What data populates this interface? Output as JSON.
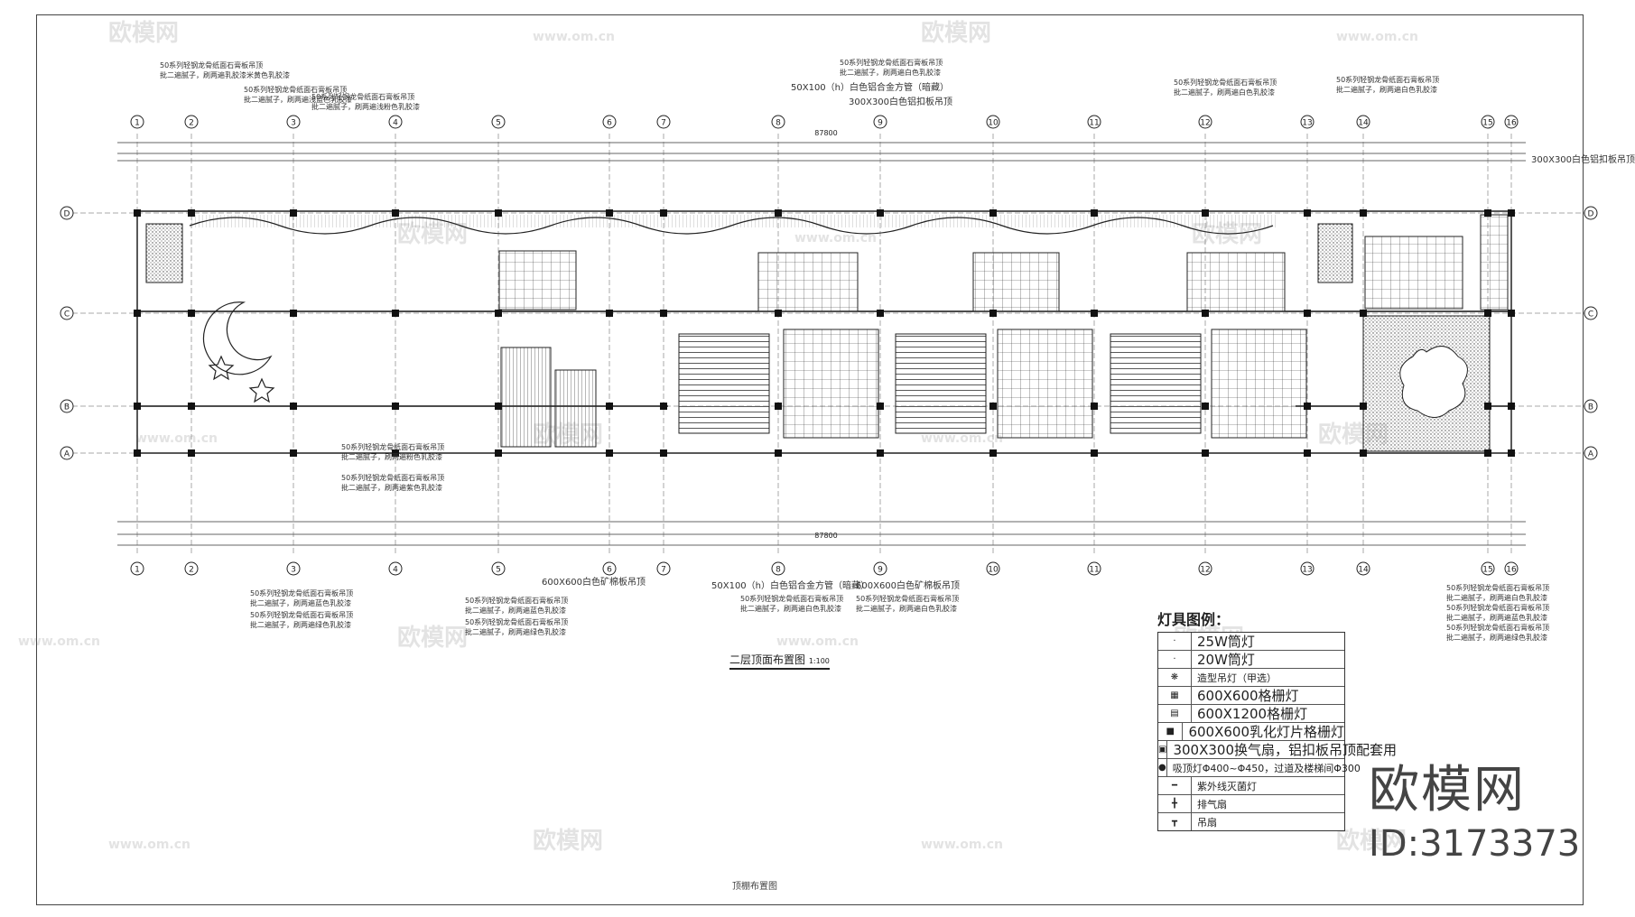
{
  "drawing": {
    "title": "二层顶面布置图",
    "scale": "1:100",
    "sheet_label": "顶棚布置图",
    "axis_numbers": [
      "1",
      "2",
      "3",
      "4",
      "5",
      "6",
      "7",
      "8",
      "9",
      "10",
      "11",
      "12",
      "13",
      "14",
      "15",
      "16"
    ],
    "axis_letters": [
      "D",
      "C",
      "B",
      "A"
    ],
    "total_dim": "87800",
    "right_side_note": "300X300白色铝扣板吊顶"
  },
  "notes": {
    "top_left_1": "50系列轻钢龙骨纸面石膏板吊顶",
    "top_left_1b": "批二遍腻子，刷两遍乳胶漆米黄色乳胶漆",
    "top_left_2": "50系列轻钢龙骨纸面石膏板吊顶",
    "top_left_2b": "批二遍腻子，刷两遍浅蓝色乳胶漆",
    "top_left_3": "50系列轻钢龙骨纸面石膏板吊顶",
    "top_left_3b": "批二遍腻子，刷两遍浅粉色乳胶漆",
    "top_mid_1": "50系列轻钢龙骨纸面石膏板吊顶",
    "top_mid_1b": "批二遍腻子，刷两遍白色乳胶漆",
    "top_mid_2": "50X100（h）白色铝合金方管（暗藏）",
    "top_mid_3": "300X300白色铝扣板吊顶",
    "top_right_1": "50系列轻钢龙骨纸面石膏板吊顶",
    "top_right_1b": "批二遍腻子，刷两遍白色乳胶漆",
    "mid_left_1": "50系列轻钢龙骨纸面石膏板吊顶",
    "mid_left_1b": "批二遍腻子，刷两遍粉色乳胶漆",
    "mid_left_2": "50系列轻钢龙骨纸面石膏板吊顶",
    "mid_left_2b": "批二遍腻子，刷两遍紫色乳胶漆",
    "bot_1": "50系列轻钢龙骨纸面石膏板吊顶",
    "bot_1b": "批二遍腻子，刷两遍蓝色乳胶漆",
    "bot_2": "50系列轻钢龙骨纸面石膏板吊顶",
    "bot_2b": "批二遍腻子，刷两遍绿色乳胶漆",
    "bot_3": "600X600白色矿棉板吊顶",
    "bot_4": "50X100（h）白色铝合金方管（暗藏）",
    "bot_5": "600X600白色矿棉板吊顶",
    "bot_6": "50系列轻钢龙骨纸面石膏板吊顶",
    "bot_6b": "批二遍腻子，刷两遍白色乳胶漆"
  },
  "legend": {
    "title": "灯具图例：",
    "rows": [
      {
        "icon": "downlight-25w-icon",
        "label": "25W筒灯"
      },
      {
        "icon": "downlight-20w-icon",
        "label": "20W筒灯"
      },
      {
        "icon": "decorative-lamp-icon",
        "label": "造型吊灯（甲选）"
      },
      {
        "icon": "grille-lamp-600-icon",
        "label": "600X600格栅灯"
      },
      {
        "icon": "grille-lamp-1200-icon",
        "label": "600X1200格栅灯"
      },
      {
        "icon": "panel-lamp-icon",
        "label": "600X600乳化灯片格栅灯"
      },
      {
        "icon": "exhaust-icon",
        "label": "300X300换气扇，铝扣板吊顶配套用"
      },
      {
        "icon": "ceiling-lamp-icon",
        "label": "吸顶灯Φ400~Φ450，过道及楼梯间Φ300"
      },
      {
        "icon": "uv-lamp-icon",
        "label": "紫外线灭菌灯"
      },
      {
        "icon": "fan-icon",
        "label": "排气扇"
      },
      {
        "icon": "hanging-fan-icon",
        "label": "吊扇"
      }
    ]
  },
  "watermark": {
    "brand": "欧模网",
    "url": "www.om.cn",
    "id": "ID:3173373"
  }
}
